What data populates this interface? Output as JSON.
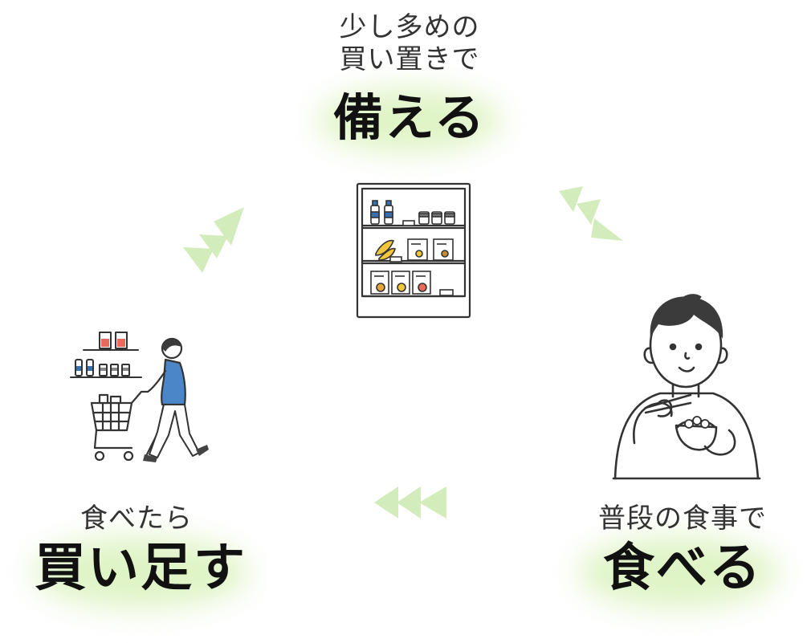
{
  "colors": {
    "accent_green": "#cfeeb0",
    "arrow_green": "#d3ecbc",
    "glow_green": "#dff4c6",
    "line": "#333333",
    "shirt_blue": "#4a86c8",
    "product_red": "#e86a5a",
    "bottle_blue": "#3a6fb0",
    "banana_yellow": "#f2c63a"
  },
  "steps": {
    "prepare": {
      "caption_line1": "少し多めの",
      "caption_line2": "買い置きで",
      "headline": "備える",
      "icon": "pantry-shelf-icon"
    },
    "eat": {
      "caption": "普段の食事で",
      "headline": "食べる",
      "icon": "person-eating-icon"
    },
    "restock": {
      "caption": "食べたら",
      "headline": "買い足す",
      "icon": "shopping-cart-person-icon"
    }
  },
  "arrows": {
    "prepare_to_eat": "triple-chevron-down-right-icon",
    "eat_to_restock": "triple-chevron-left-icon",
    "restock_to_prepare": "triple-chevron-up-right-icon"
  }
}
